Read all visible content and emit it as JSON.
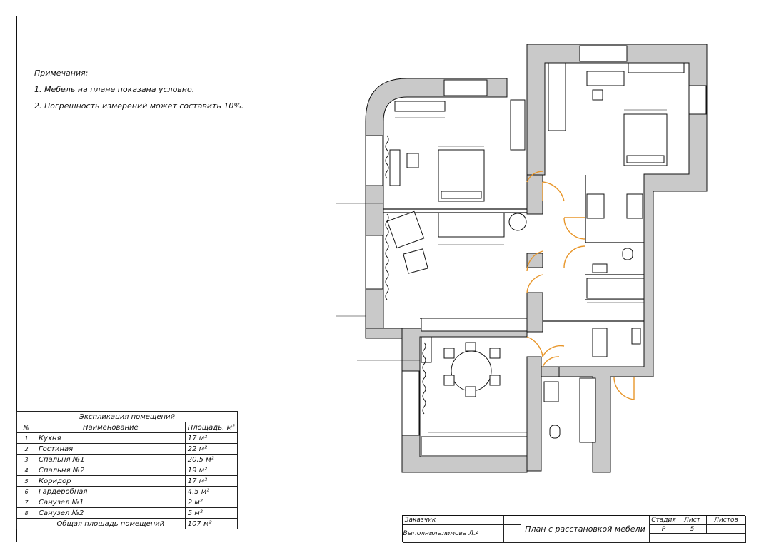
{
  "notes": {
    "title": "Примечания:",
    "items": [
      "1. Мебель на плане показана условно.",
      "2. Погрешность измерений может составить 10%."
    ]
  },
  "explication": {
    "title": "Экспликация помещений",
    "headers": {
      "num": "№",
      "name": "Наименование",
      "area": "Площадь, м²"
    },
    "rows": [
      {
        "num": "1",
        "name": "Кухня",
        "area": "17 м²"
      },
      {
        "num": "2",
        "name": "Гостиная",
        "area": "22 м²"
      },
      {
        "num": "3",
        "name": "Спальня №1",
        "area": "20,5 м²"
      },
      {
        "num": "4",
        "name": "Спальня №2",
        "area": "19 м²"
      },
      {
        "num": "5",
        "name": "Коридор",
        "area": "17 м²"
      },
      {
        "num": "6",
        "name": "Гардеробная",
        "area": "4,5 м²"
      },
      {
        "num": "7",
        "name": "Санузел №1",
        "area": "2 м²"
      },
      {
        "num": "8",
        "name": "Санузел №2",
        "area": "5 м²"
      }
    ],
    "total_label": "Общая площадь помещений",
    "total_value": "107 м²"
  },
  "stamp": {
    "customer_label": "Заказчик",
    "executor_label": "Выполнил",
    "executor_name": "Галимова Л.А.",
    "drawing_title": "План с расстановкой мебели",
    "stage_label": "Стадия",
    "sheet_label": "Лист",
    "sheets_label": "Листов",
    "stage_value": "Р",
    "sheet_value": "5"
  },
  "colors": {
    "wall": "#c9c9c9",
    "door": "#e8962a",
    "line": "#111111"
  }
}
